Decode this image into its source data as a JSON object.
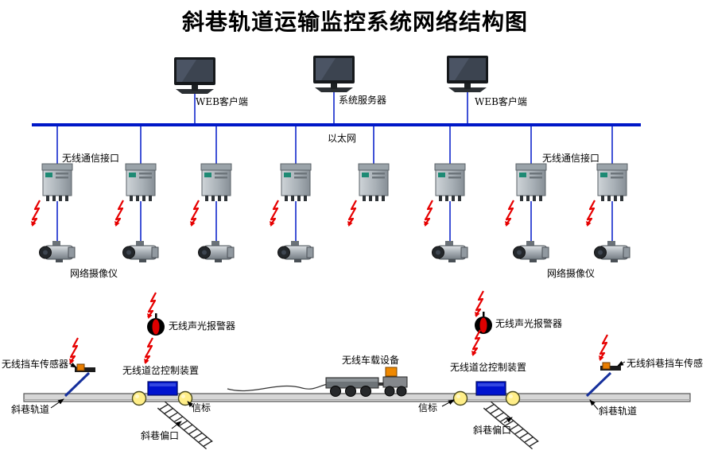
{
  "title": "斜巷轨道运输监控系统网络结构图",
  "network": {
    "ethernet_label": "以太网",
    "computers": [
      {
        "label": "WEB客户端"
      },
      {
        "label": "系统服务器"
      },
      {
        "label": "WEB客户端"
      }
    ],
    "wireless_interface_left": "无线通信接口",
    "wireless_interface_right": "无线通信接口",
    "camera_left": "网络摄像仪",
    "camera_right": "网络摄像仪"
  },
  "track": {
    "alarm_left": "无线声光报警器",
    "alarm_right": "无线声光报警器",
    "stop_sensor_left": "无线挡车传感器",
    "stop_sensor_right": "无线斜巷挡车传感",
    "switch_left": "无线道岔控制装置",
    "switch_right": "无线道岔控制装置",
    "onboard_label": "无线车载设备",
    "beacon_left": "信标",
    "beacon_right": "信标",
    "track_left": "斜巷轨道",
    "track_right": "斜巷轨道",
    "ramp_left": "斜巷偏口",
    "ramp_right": "斜巷偏口"
  },
  "colors": {
    "bus_blue": "#0018c8",
    "lightning_red": "#e60000",
    "beacon_yellow": "#ffee88",
    "switch_blue": "#0013cf",
    "cargo_orange": "#ef8800"
  }
}
